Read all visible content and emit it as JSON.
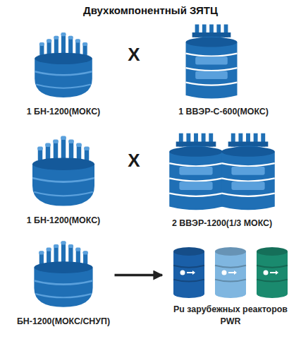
{
  "diagram": {
    "title": "Двухкомпонентный ЗЯТЦ",
    "nodes": [
      {
        "text": [
          "1 БН-1200(МОКС)"
        ]
      },
      {
        "text": [
          "1 ВВЭР-С-600(МОКС)"
        ]
      },
      {
        "text": [
          "1 БН-1200(МОКС)"
        ]
      },
      {
        "text": [
          "2 ВВЭР-1200(1/3 МОКС)"
        ]
      },
      {
        "text": [
          "БН-1200(МОКС/СНУП)"
        ]
      },
      {
        "text": [
          "Pu зарубежных реакторов PWR"
        ]
      }
    ],
    "edges": [
      {
        "from": 4,
        "to": 5,
        "arrow": "to"
      }
    ],
    "labels": [
      "X",
      "X"
    ]
  }
}
